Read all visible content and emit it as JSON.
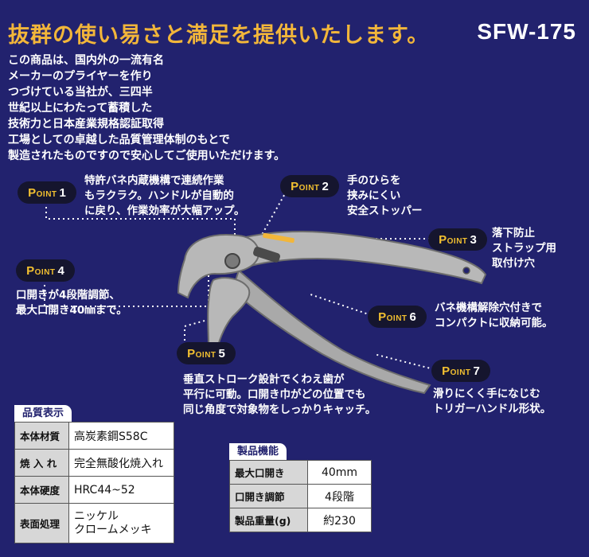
{
  "header": {
    "headline": "抜群の使い易さと満足を提供いたします。",
    "model": "SFW-175"
  },
  "intro": {
    "lines": [
      "この商品は、国内外の一流有名",
      "メーカーのプライヤーを作り",
      "つづけている当社が、三四半",
      "世紀以上にわたって蓄積した",
      "技術力と日本産業規格認証取得",
      "工場としての卓越した品質管理体制のもとで",
      "製造されたものですので安心してご使用いただけます。"
    ]
  },
  "point_label": "POINT",
  "points": [
    {
      "num": "1",
      "lines": [
        "特許バネ内蔵機構で連続作業",
        "もラクラク。ハンドルが自動的",
        "に戻り、作業効率が大幅アップ。"
      ]
    },
    {
      "num": "2",
      "lines": [
        "手のひらを",
        "挟みにくい",
        "安全ストッパー"
      ]
    },
    {
      "num": "3",
      "lines": [
        "落下防止",
        "ストラップ用",
        "取付け穴"
      ]
    },
    {
      "num": "4",
      "lines": [
        "口開きが4段階調節、",
        "最大口開き40㎜まで。"
      ]
    },
    {
      "num": "5",
      "lines": [
        "垂直ストローク設計でくわえ歯が",
        "平行に可動。口開き巾がどの位置でも",
        "同じ角度で対象物をしっかりキャッチ。"
      ]
    },
    {
      "num": "6",
      "lines": [
        "バネ機構解除穴付きで",
        "コンパクトに収納可能。"
      ]
    },
    {
      "num": "7",
      "lines": [
        "滑りにくく手になじむ",
        "トリガーハンドル形状。"
      ]
    }
  ],
  "quality": {
    "title": "品質表示",
    "rows": [
      {
        "label": "本体材質",
        "value": "高炭素鋼S58C"
      },
      {
        "label": "焼 入 れ",
        "value": "完全無酸化焼入れ"
      },
      {
        "label": "本体硬度",
        "value": "HRC44~52"
      },
      {
        "label": "表面処理",
        "value": "ニッケル",
        "value2": "クロームメッキ"
      }
    ]
  },
  "function": {
    "title": "製品機能",
    "rows": [
      {
        "label": "最大口開き",
        "value": "40mm"
      },
      {
        "label": "口開き調節",
        "value": "4段階"
      },
      {
        "label": "製品重量(g)",
        "value": "約230"
      }
    ]
  },
  "tool": {
    "body_color": "#b8b8b8",
    "shadow_color": "#6d6d6d",
    "accent_color": "#f2b63a"
  }
}
